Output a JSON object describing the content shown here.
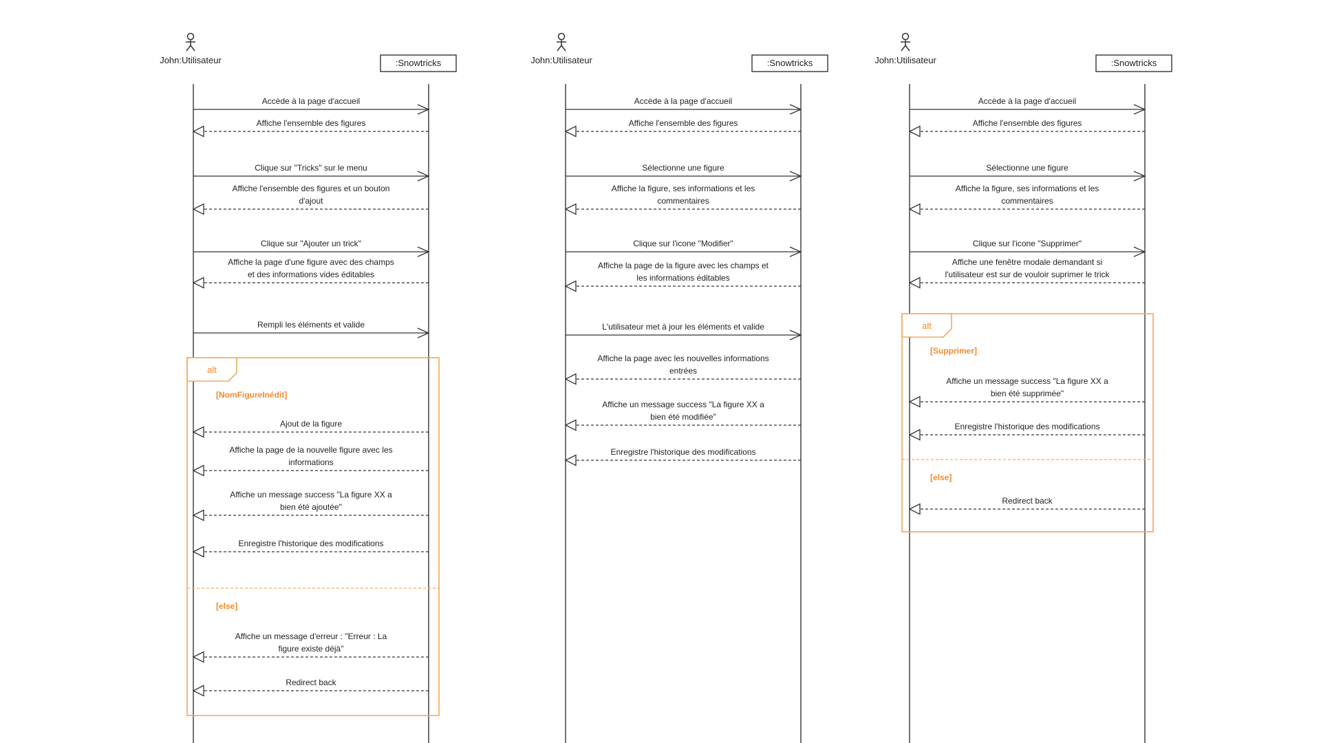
{
  "colors": {
    "line": "#333333",
    "frame": "#F5A65B",
    "frame_text": "#F08A2E",
    "text": "#222222"
  },
  "diagrams": [
    {
      "actor": "John:Utilisateur",
      "system": ":Snowtricks",
      "messages": [
        {
          "type": "call",
          "text": [
            "Accède à la page d'accueil"
          ]
        },
        {
          "type": "return",
          "text": [
            "Affiche l'ensemble des figures"
          ]
        },
        {
          "type": "call",
          "text": [
            "Clique sur \"Tricks\" sur le menu"
          ]
        },
        {
          "type": "return",
          "text": [
            "Affiche l'ensemble des figures et un bouton",
            "d'ajout"
          ]
        },
        {
          "type": "call",
          "text": [
            "Clique sur \"Ajouter un trick\""
          ]
        },
        {
          "type": "return",
          "text": [
            "Affiche la page d'une figure avec des champs",
            "et des informations vides éditables"
          ]
        },
        {
          "type": "call",
          "text": [
            "Rempli les éléments et valide"
          ]
        },
        {
          "type": "return",
          "text": [
            "Ajout de la figure"
          ]
        },
        {
          "type": "return",
          "text": [
            "Affiche la page de la nouvelle figure avec les",
            "informations"
          ]
        },
        {
          "type": "return",
          "text": [
            "Affiche un message success \"La figure XX a",
            "bien été ajoutée\""
          ]
        },
        {
          "type": "return",
          "text": [
            "Enregistre l'historique des modifications"
          ]
        },
        {
          "type": "return",
          "text": [
            "Affiche un message d'erreur : \"Erreur : La",
            "figure existe déjà\""
          ]
        },
        {
          "type": "return",
          "text": [
            "Redirect back"
          ]
        }
      ],
      "frame": {
        "label": "alt",
        "guards": [
          "[NomFigureInédit]",
          "[else]"
        ]
      }
    },
    {
      "actor": "John:Utilisateur",
      "system": ":Snowtricks",
      "messages": [
        {
          "type": "call",
          "text": [
            "Accède à la page d'accueil"
          ]
        },
        {
          "type": "return",
          "text": [
            "Affiche l'ensemble des figures"
          ]
        },
        {
          "type": "call",
          "text": [
            "Sélectionne une figure"
          ]
        },
        {
          "type": "return",
          "text": [
            "Affiche la figure, ses informations et les",
            "commentaires"
          ]
        },
        {
          "type": "call",
          "text": [
            "Clique sur l'icone \"Modifier\""
          ]
        },
        {
          "type": "return",
          "text": [
            "Affiche la page de la figure avec les champs et",
            "les informations éditables"
          ]
        },
        {
          "type": "call",
          "text": [
            "L'utilisateur met à jour les éléments et valide"
          ]
        },
        {
          "type": "return",
          "text": [
            "Affiche la page avec les nouvelles informations",
            "entrées"
          ]
        },
        {
          "type": "return",
          "text": [
            "Affiche un message success \"La figure XX a",
            "bien été modifiée\""
          ]
        },
        {
          "type": "return",
          "text": [
            "Enregistre l'historique des modifications"
          ]
        }
      ],
      "frame": null
    },
    {
      "actor": "John:Utilisateur",
      "system": ":Snowtricks",
      "messages": [
        {
          "type": "call",
          "text": [
            "Accède à la page d'accueil"
          ]
        },
        {
          "type": "return",
          "text": [
            "Affiche l'ensemble des figures"
          ]
        },
        {
          "type": "call",
          "text": [
            "Sélectionne une figure"
          ]
        },
        {
          "type": "return",
          "text": [
            "Affiche la figure, ses informations et les",
            "commentaires"
          ]
        },
        {
          "type": "call",
          "text": [
            "Clique sur l'icone \"Supprimer\""
          ]
        },
        {
          "type": "return",
          "text": [
            "Affiche une fenêtre modale demandant si",
            "l'utilisateur est sur de vouloir suprimer le trick"
          ]
        },
        {
          "type": "return",
          "text": [
            "Affiche un message success \"La figure XX a",
            "bien été supprimée\""
          ]
        },
        {
          "type": "return",
          "text": [
            "Enregistre l'historique des modifications"
          ]
        },
        {
          "type": "return",
          "text": [
            "Redirect back"
          ]
        }
      ],
      "frame": {
        "label": "alt",
        "guards": [
          "[Supprimer]",
          "[else]"
        ]
      }
    }
  ]
}
